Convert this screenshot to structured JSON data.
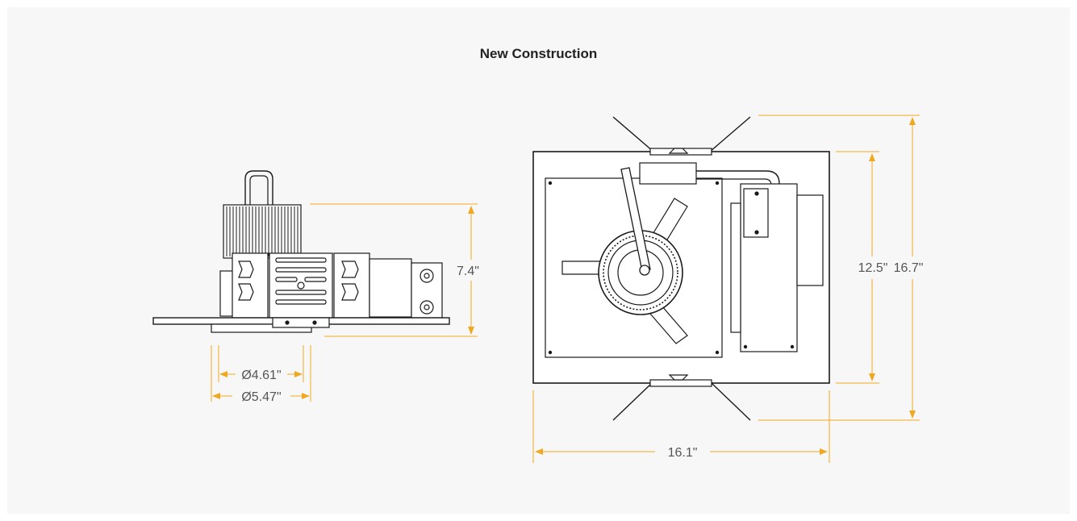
{
  "header": {
    "title": "New Construction"
  },
  "dimensions": {
    "side_height": "7.4\"",
    "inner_diameter": "Ø4.61\"",
    "outer_diameter": "Ø5.47\"",
    "plan_width": "16.1\"",
    "plan_inner_height": "12.5\"",
    "plan_outer_height": "16.7\""
  },
  "colors": {
    "dimension_line": "#f0a81e",
    "outline": "#1a1a1a",
    "panel": "#f7f7f7"
  }
}
